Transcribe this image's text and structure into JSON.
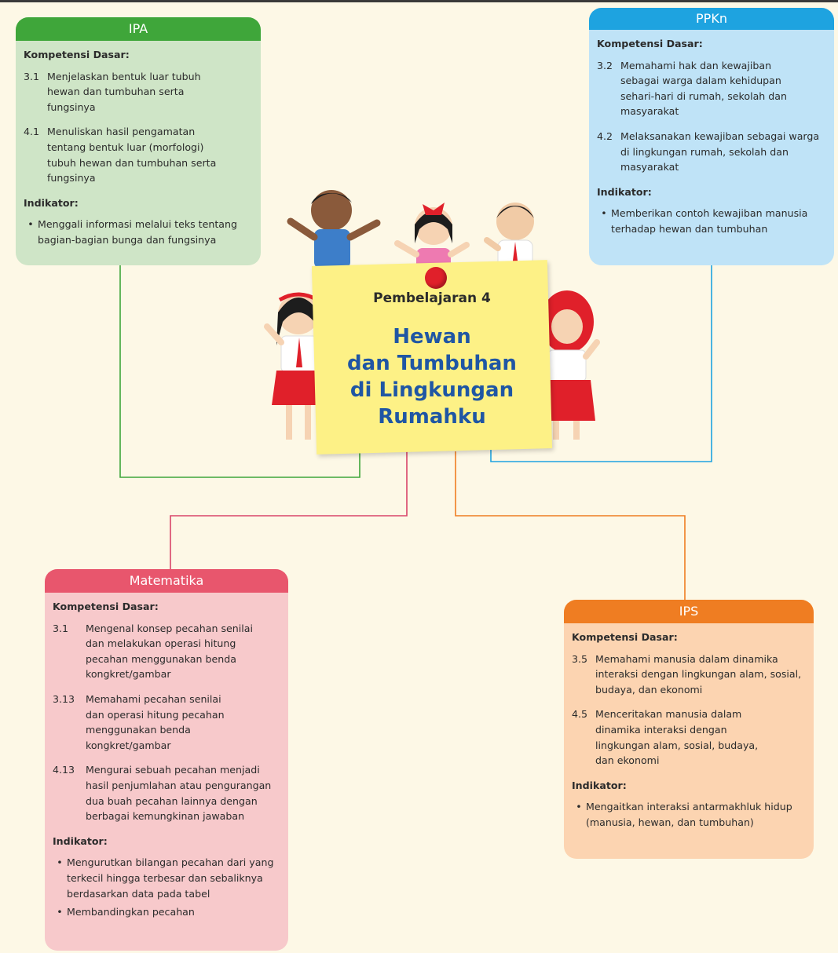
{
  "center": {
    "subtitle": "Pembelajaran 4",
    "title_lines": [
      "Hewan",
      "dan Tumbuhan",
      "di Lingkungan",
      "Rumahku"
    ]
  },
  "ipa": {
    "header": "IPA",
    "kd_label": "Kompetensi Dasar:",
    "kd": [
      {
        "num": "3.1",
        "text": "Menjelaskan bentuk luar tubuh hewan dan tumbuhan serta fungsinya"
      },
      {
        "num": "4.1",
        "text": "Menuliskan hasil pengamatan tentang bentuk luar (morfologi) tubuh hewan dan tumbuhan serta fungsinya"
      }
    ],
    "ind_label": "Indikator:",
    "indikator": [
      "Menggali informasi melalui teks tentang bagian-bagian bunga dan fungsinya"
    ]
  },
  "ppkn": {
    "header": "PPKn",
    "kd_label": "Kompetensi Dasar:",
    "kd": [
      {
        "num": "3.2",
        "text": "Memahami hak dan kewajiban sebagai warga dalam kehidupan sehari-hari di rumah, sekolah dan masyarakat"
      },
      {
        "num": "4.2",
        "text": "Melaksanakan kewajiban sebagai warga di lingkungan rumah, sekolah dan masyarakat"
      }
    ],
    "ind_label": "Indikator:",
    "indikator": [
      "Memberikan contoh kewajiban manusia terhadap hewan dan tumbuhan"
    ]
  },
  "mtk": {
    "header": "Matematika",
    "kd_label": "Kompetensi Dasar:",
    "kd": [
      {
        "num": "3.1",
        "text": "Mengenal konsep pecahan senilai dan melakukan operasi hitung pecahan menggunakan benda kongkret/gambar"
      },
      {
        "num": "3.13",
        "text": "Memahami pecahan senilai dan operasi hitung pecahan menggunakan benda kongkret/gambar"
      },
      {
        "num": "4.13",
        "text": "Mengurai sebuah pecahan menjadi hasil penjumlahan atau pengurangan dua buah pecahan lainnya dengan berbagai kemungkinan jawaban"
      }
    ],
    "ind_label": "Indikator:",
    "indikator": [
      "Mengurutkan bilangan pecahan dari yang terkecil hingga terbesar dan sebaliknya berdasarkan data pada tabel",
      "Membandingkan pecahan"
    ]
  },
  "ips": {
    "header": "IPS",
    "kd_label": "Kompetensi Dasar:",
    "kd": [
      {
        "num": "3.5",
        "text": "Memahami manusia dalam dinamika interaksi dengan lingkungan alam, sosial, budaya, dan ekonomi"
      },
      {
        "num": "4.5",
        "text": "Menceritakan manusia dalam dinamika interaksi dengan lingkungan alam, sosial, budaya, dan ekonomi"
      }
    ],
    "ind_label": "Indikator:",
    "indikator": [
      "Mengaitkan interaksi antarmakhluk hidup (manusia, hewan, dan tumbuhan)"
    ]
  },
  "colors": {
    "ipa": "#3fa63a",
    "ppkn": "#1ea3e0",
    "mtk": "#e8566d",
    "ips": "#ef7d22",
    "title": "#1f56a4"
  }
}
